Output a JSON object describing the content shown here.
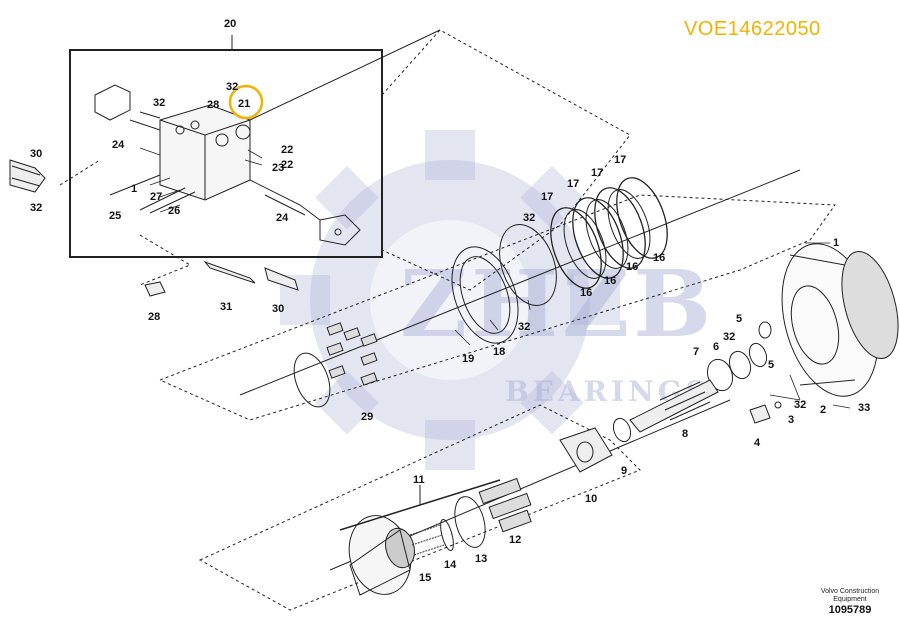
{
  "part_code": "VOE14622050",
  "watermark": {
    "main": "ZHZB",
    "sub": "BEARINGS"
  },
  "footer": {
    "brand": "Volvo Construction Equipment",
    "drawing_number": "1095789"
  },
  "highlight": {
    "callout": "21",
    "color": "#f2b200"
  },
  "callouts": [
    "20",
    "32",
    "28",
    "21",
    "32",
    "22",
    "22",
    "23",
    "24",
    "1",
    "27",
    "26",
    "25",
    "24",
    "30",
    "32",
    "31",
    "30",
    "28",
    "17",
    "17",
    "17",
    "17",
    "32",
    "16",
    "16",
    "16",
    "16",
    "32",
    "19",
    "18",
    "29",
    "1",
    "5",
    "32",
    "7",
    "6",
    "5",
    "32",
    "2",
    "33",
    "3",
    "4",
    "8",
    "9",
    "10",
    "11",
    "12",
    "13",
    "14",
    "15"
  ]
}
